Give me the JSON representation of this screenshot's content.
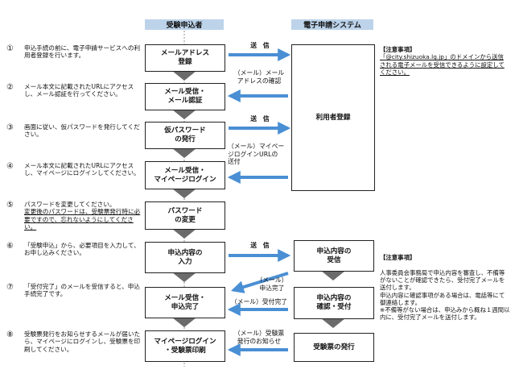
{
  "headers": {
    "applicant": "受験申込者",
    "system": "電子申請システム"
  },
  "steps": [
    {
      "num": "①",
      "text": "申込手続の前に、電子申請サービスへの利用者登録を行います。"
    },
    {
      "num": "②",
      "text": "メール本文に記載されたURLにアクセスし、メール認証を行ってください。"
    },
    {
      "num": "③",
      "text": "画面に従い、仮パスワードを発行してください。"
    },
    {
      "num": "④",
      "text": "メール本文に記載されたURLにアクセスし、マイページにログインしてください。"
    },
    {
      "num": "⑤",
      "text": "パスワードを変更してください。",
      "underline": "変更後のパスワードは、受験票発行時に必要ですので、忘れないようにしてください。"
    },
    {
      "num": "⑥",
      "text": "「受験申込」から、必要項目を入力して、お申し込みください。"
    },
    {
      "num": "⑦",
      "text": "「受付完了」のメールを受信すると、申込手続完了です。"
    },
    {
      "num": "⑧",
      "text": "受験票発行をお知らせするメールが届いたら、マイページにログインし、受験票を印刷してください。"
    }
  ],
  "applicant_boxes": [
    "メールアドレス\n登録",
    "メール受信・\nメール認証",
    "仮パスワード\nの発行",
    "メール受信・\nマイページログイン",
    "パスワード\nの変更",
    "申込内容の\n入力",
    "メール受信・\n申込完了",
    "マイページログイン\n・受験票印刷"
  ],
  "system_boxes": {
    "register": "利用者登録",
    "receive": "申込内容の\n受信",
    "confirm": "申込内容の\n確認・受付",
    "issue": "受験票の発行"
  },
  "arrow_labels": {
    "send1": "送　信",
    "mail_confirm": "（メール）メール\nアドレスの確認",
    "send2": "送　信",
    "mail_login_url": "（メール）マイペー\nジログインURLの\n送付",
    "send3": "送　信",
    "app_complete": "（メール）\n申込完了",
    "accept_complete": "（メール）受付完了",
    "ticket_notice": "（メール）受験票\n発行のお知らせ"
  },
  "notes": {
    "note1_title": "【注意事項】",
    "note1_body": "「@city.shizuoka.lg.jp」のドメインから送信される電子メールを受信できるように設定してください。",
    "note2_title": "【注意事項】",
    "note2_body": "人事委員会事務局で申込内容を審査し、不備等がないことが確認できたら、受付完了メールを送付します。\n申込内容に確認事項がある場合は、電話等にて御連絡します。\n※不備等がない場合は、申込みから概ね１週間以内に、受付完了メールを送付します。"
  },
  "colors": {
    "arrow_blue": "#4a8fd4",
    "header_bg": "#bcd3ea",
    "down_arrow": "#6b6b6b"
  }
}
